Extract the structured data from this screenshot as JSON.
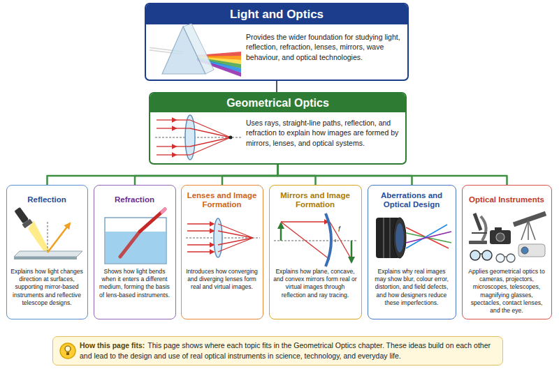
{
  "diagram": {
    "nodes": [
      {
        "text": [
          "Light and Optics",
          "Provides the wider foundation for studying light, reflection, refraction, lenses, mirrors, wave behaviour, and optical technologies."
        ]
      },
      {
        "text": [
          "Geometrical Optics",
          "Uses rays, straight-line paths, reflection, and refraction to explain how images are formed by mirrors, lenses, and optical systems."
        ]
      },
      {
        "text": [
          "Reflection",
          "Explains how light changes direction at surfaces, supporting mirror-based instruments and reflective telescope designs."
        ]
      },
      {
        "text": [
          "Refraction",
          "Shows how light bends when it enters a different medium, forming the basis of lens-based instruments."
        ]
      },
      {
        "text": [
          "Lenses and Image Formation",
          "Introduces how converging and diverging lenses form real and virtual images."
        ]
      },
      {
        "text": [
          "Mirrors and Image Formation",
          "Explains how plane, concave, and convex mirrors form real or virtual images through reflection and ray tracing."
        ]
      },
      {
        "text": [
          "Aberrations and Optical Design",
          "Explains why real images may show blur, colour error, distortion, and field defects, and how designers reduce these imperfections."
        ]
      },
      {
        "text": [
          "Optical Instruments",
          "Applies geometrical optics to cameras, projectors, microscopes, telescopes, magnifying glasses, spectacles, contact lenses, and the eye."
        ]
      },
      {
        "text": [
          "How this page fits:",
          "This page shows where each topic fits in the Geometrical Optics chapter. These ideas build on each other and lead to the design and use of real optical instruments in science, technology, and everyday life."
        ]
      }
    ],
    "edges": [
      {
        "from": 0,
        "to": 1,
        "arrow": "none"
      },
      {
        "from": 1,
        "to": 2,
        "arrow": "none"
      },
      {
        "from": 1,
        "to": 3,
        "arrow": "none"
      },
      {
        "from": 1,
        "to": 4,
        "arrow": "none"
      },
      {
        "from": 1,
        "to": 5,
        "arrow": "none"
      },
      {
        "from": 1,
        "to": 6,
        "arrow": "none"
      },
      {
        "from": 1,
        "to": 7,
        "arrow": "none"
      }
    ],
    "labels": [
      "f"
    ]
  }
}
